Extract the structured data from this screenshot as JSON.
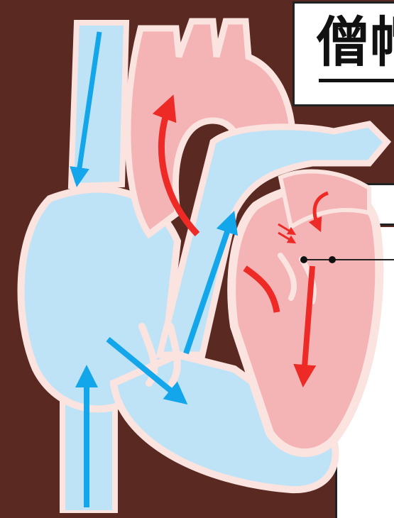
{
  "title": {
    "text": "僧帽"
  },
  "colors": {
    "background": "#5a2a22",
    "venous_fill": "#bfe3f6",
    "arterial_fill": "#f4b3b4",
    "vessel_outline": "#fbe3e0",
    "venous_arrow": "#14a6ea",
    "arterial_arrow": "#ee2a26"
  },
  "icons": {
    "venous_flow": "arrow-blue",
    "arterial_flow": "arrow-red"
  }
}
